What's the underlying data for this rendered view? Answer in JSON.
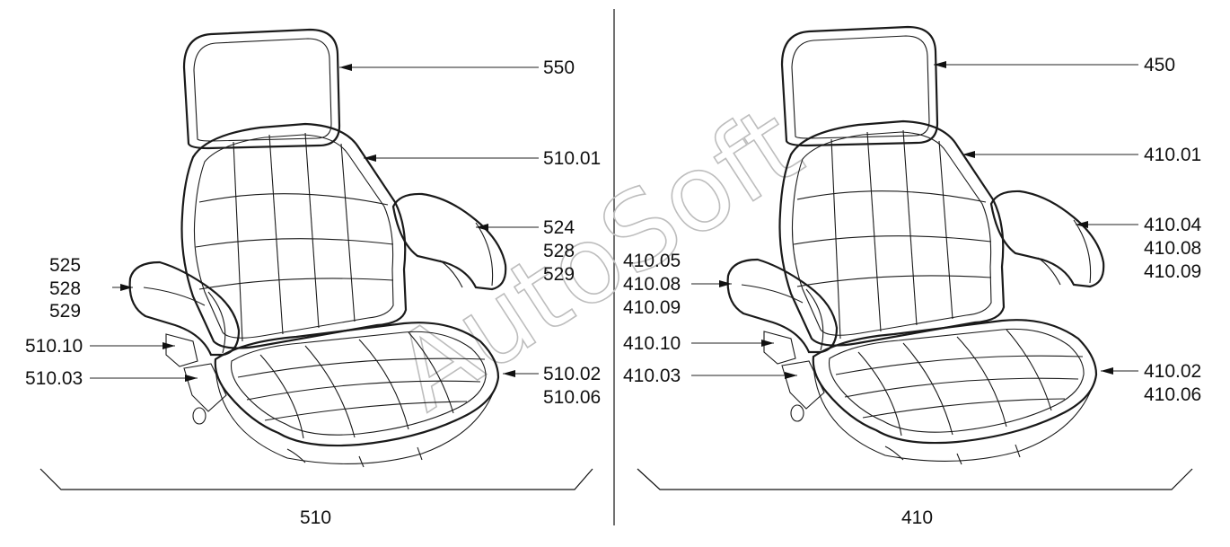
{
  "watermark": "AutoSoft",
  "panels": [
    {
      "id": "510",
      "caption": "510",
      "labels": {
        "headrest": "550",
        "backrest": "510.01",
        "right_arm_1": "524",
        "right_arm_2": "528",
        "right_arm_3": "529",
        "left_arm_1": "525",
        "left_arm_2": "528",
        "left_arm_3": "529",
        "lever_upper": "510.10",
        "lever_lower": "510.03",
        "cushion_1": "510.02",
        "cushion_2": "510.06"
      }
    },
    {
      "id": "410",
      "caption": "410",
      "labels": {
        "headrest": "450",
        "backrest": "410.01",
        "right_arm_1": "410.04",
        "right_arm_2": "410.08",
        "right_arm_3": "410.09",
        "left_arm_1": "410.05",
        "left_arm_2": "410.08",
        "left_arm_3": "410.09",
        "lever_upper": "410.10",
        "lever_lower": "410.03",
        "cushion_1": "410.02",
        "cushion_2": "410.06"
      }
    }
  ]
}
